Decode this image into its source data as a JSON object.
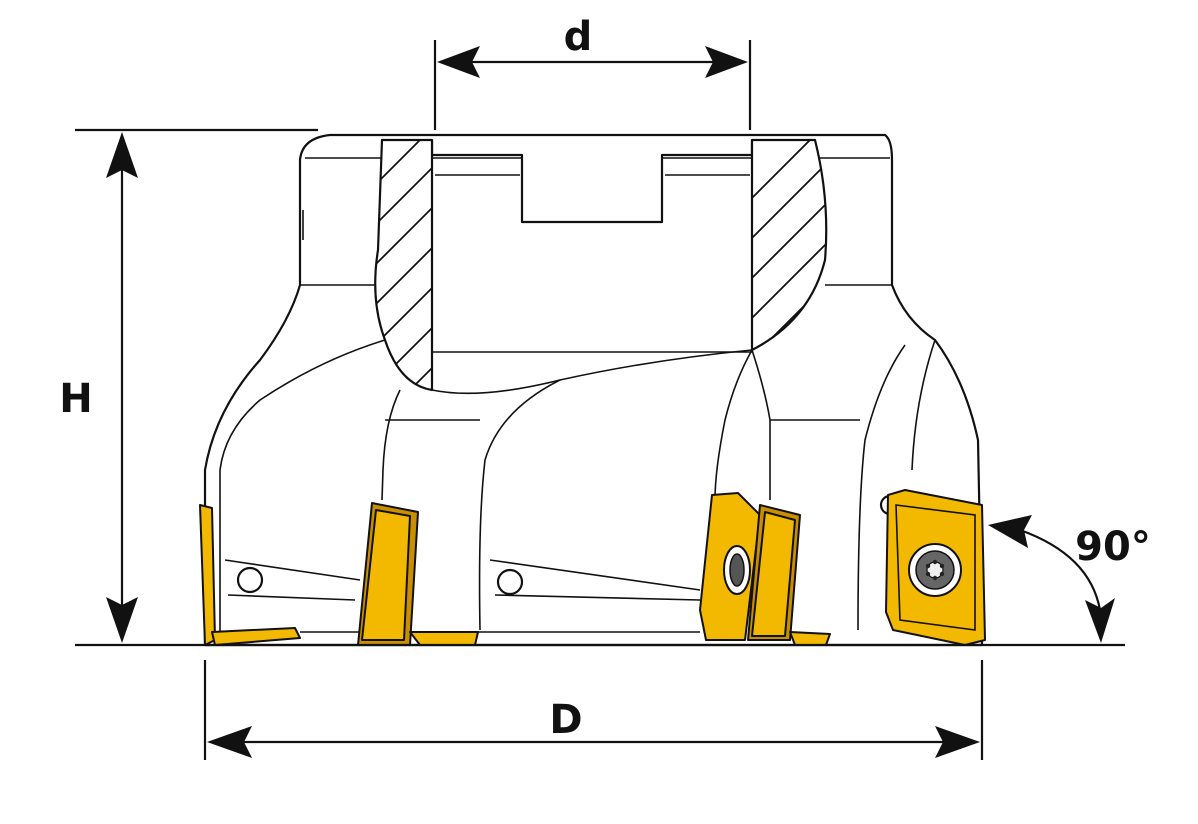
{
  "labels": {
    "bore_diameter": "d",
    "height": "H",
    "cutting_diameter": "D",
    "lead_angle": "90°"
  },
  "colors": {
    "insert": "#f2b900",
    "insert_shadow": "#c98f00",
    "line": "#111111",
    "background": "#ffffff"
  }
}
